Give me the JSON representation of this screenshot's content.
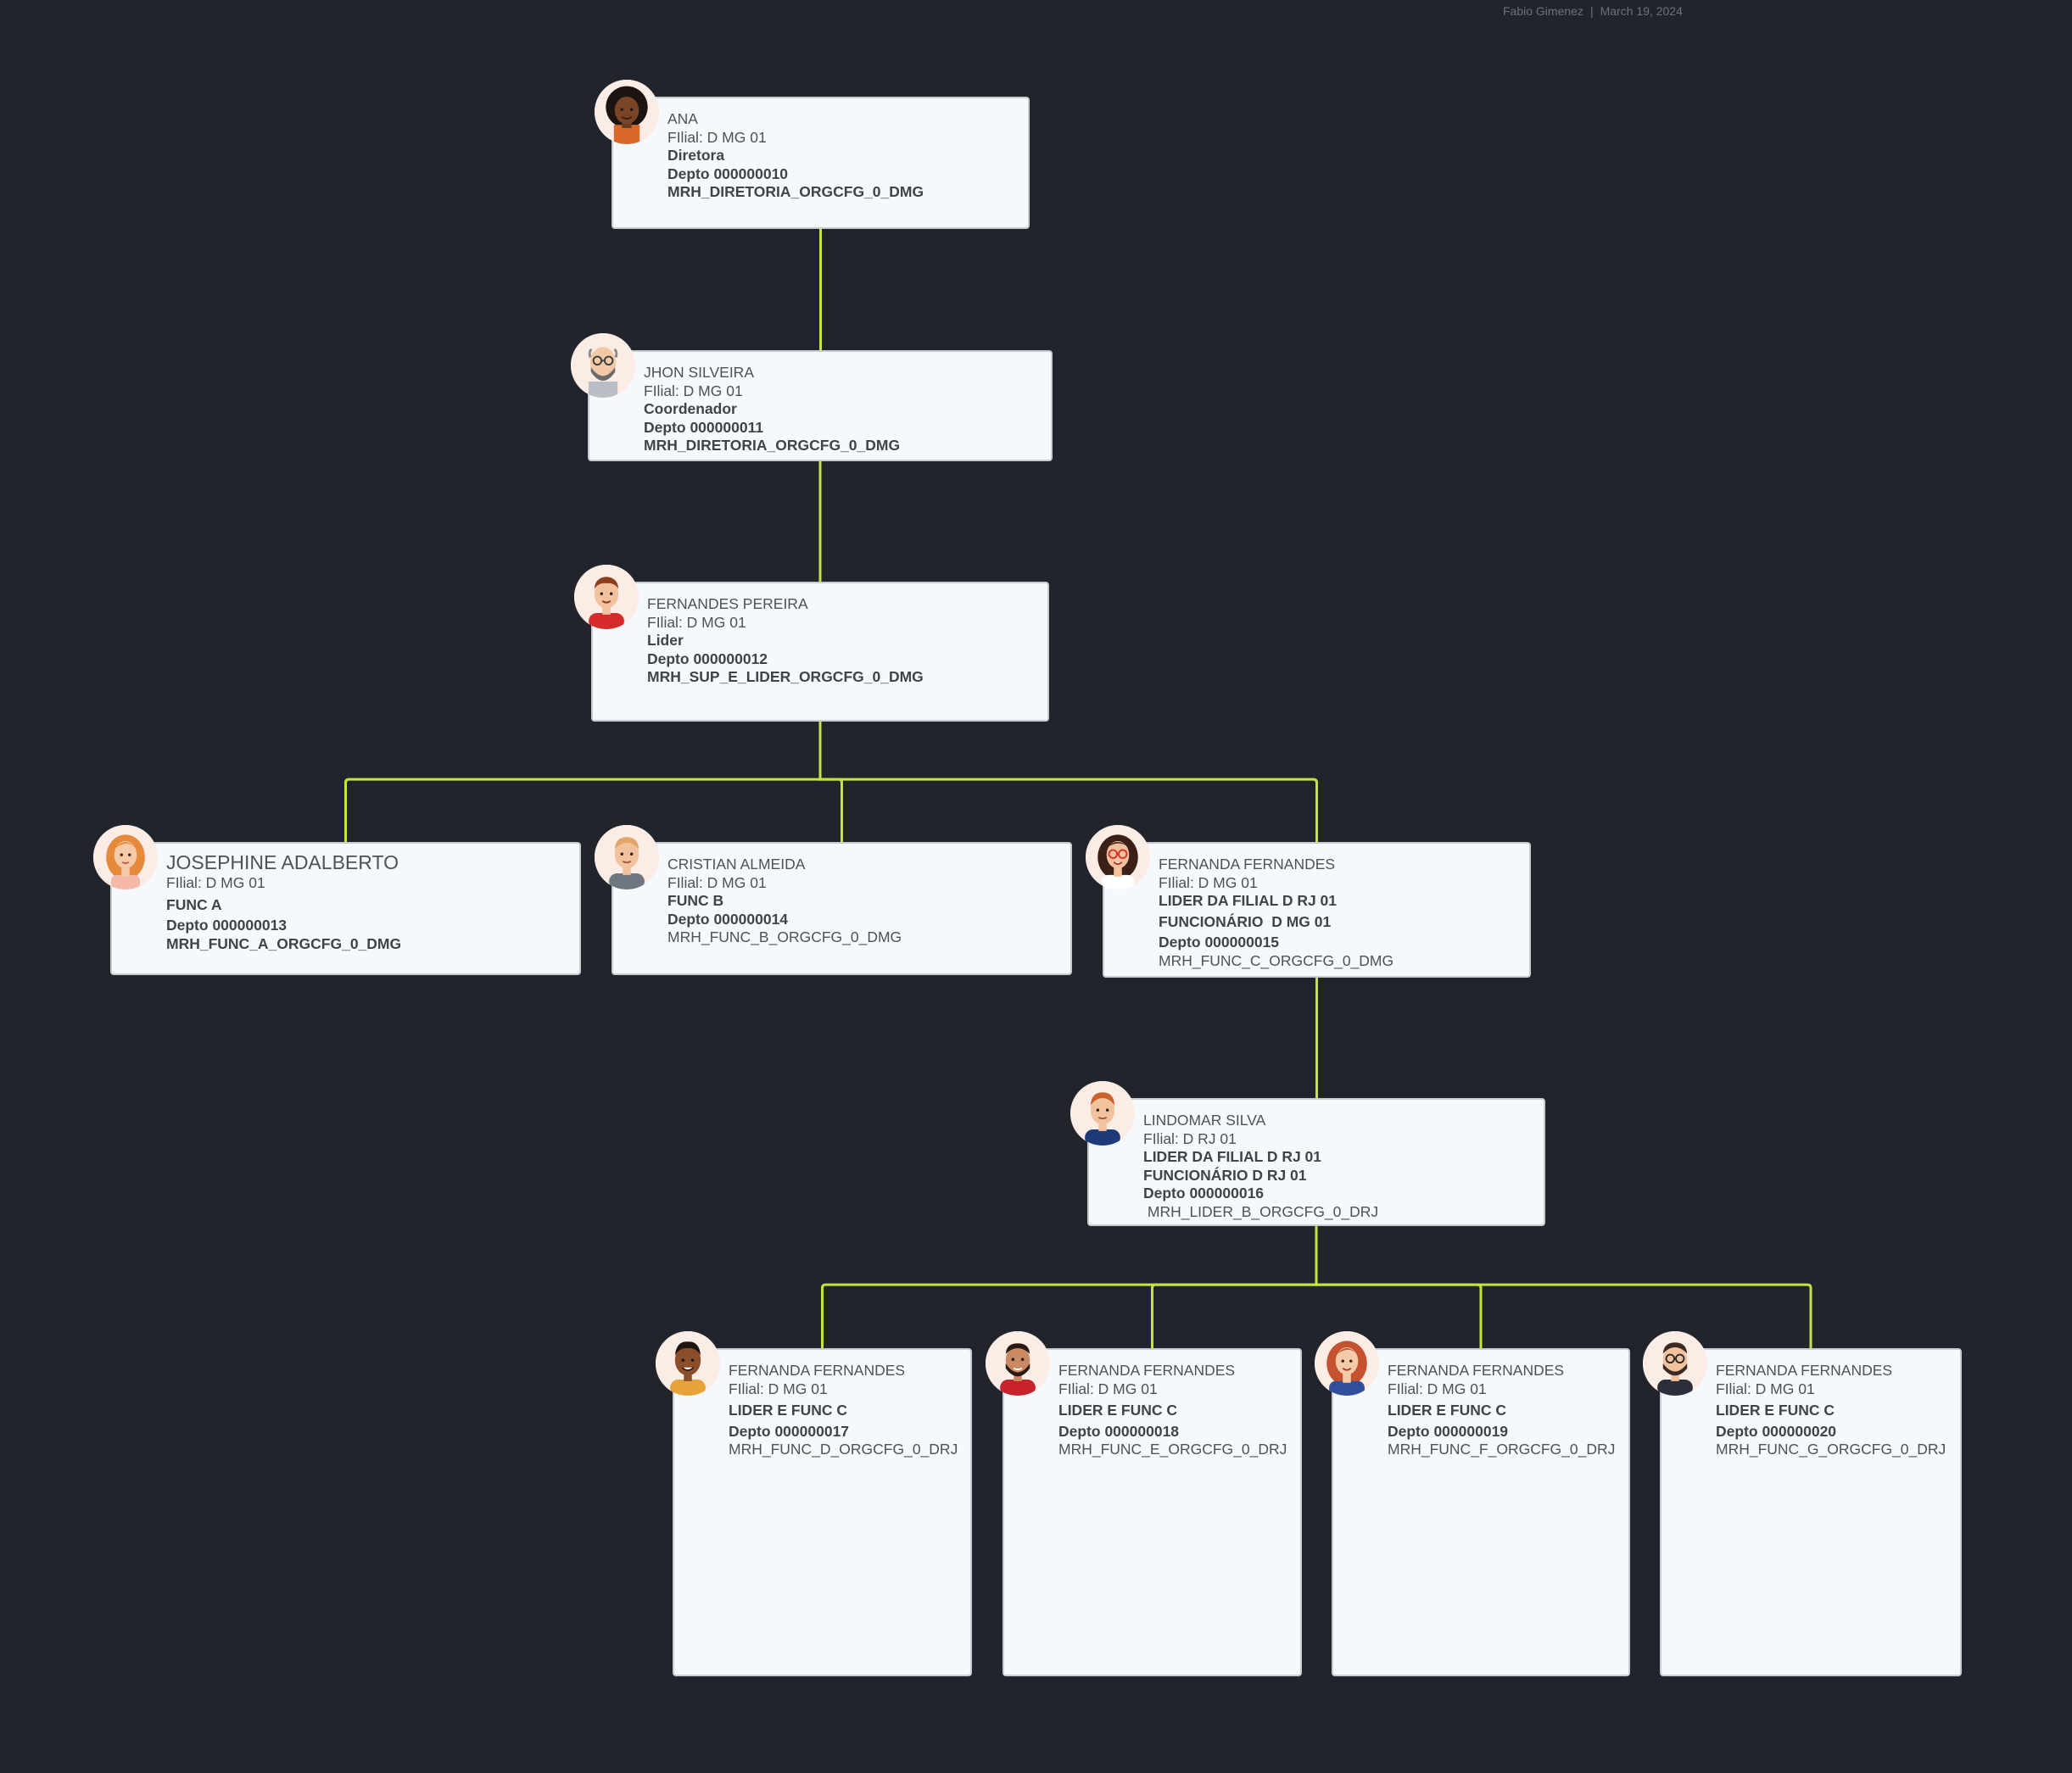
{
  "header": {
    "author": "Fabio Gimenez",
    "date": "March 19, 2024"
  },
  "colors": {
    "background": "#21252b",
    "connector": "#c4e63a",
    "card_background": "#f5f9fc",
    "card_border": "#c7ccd2",
    "text": "#4d5258"
  },
  "nodes": [
    {
      "id": "ana",
      "name": "ANA",
      "filial": "FIlial: D MG 01",
      "role": "Diretora",
      "depto": "Depto 000000010",
      "code": "MRH_DIRETORIA_ORGCFG_0_DMG",
      "avatar": "woman-dark-curly-avatar"
    },
    {
      "id": "jhon",
      "name": "JHON SILVEIRA",
      "filial": "FIlial: D MG 01",
      "role": "Coordenador",
      "depto": "Depto 000000011",
      "code": "MRH_DIRETORIA_ORGCFG_0_DMG",
      "avatar": "man-bald-glasses-avatar"
    },
    {
      "id": "fernandes",
      "name": "FERNANDES PEREIRA",
      "filial": "FIlial: D MG 01",
      "role": "Lider",
      "depto": "Depto 000000012",
      "code": "MRH_SUP_E_LIDER_ORGCFG_0_DMG",
      "avatar": "man-red-shirt-avatar"
    },
    {
      "id": "josephine",
      "name": "JOSEPHINE ADALBERTO",
      "filial": "FIlial: D MG 01",
      "role": "FUNC A",
      "depto": "Depto 000000013",
      "code": "MRH_FUNC_A_ORGCFG_0_DMG",
      "avatar": "woman-ginger-avatar"
    },
    {
      "id": "cristian",
      "name": "CRISTIAN ALMEIDA",
      "filial": "FIlial: D MG 01",
      "role": "FUNC B",
      "depto": "Depto 000000014",
      "code": "MRH_FUNC_B_ORGCFG_0_DMG",
      "avatar": "man-gray-shirt-avatar"
    },
    {
      "id": "fernanda",
      "name": "FERNANDA FERNANDES",
      "filial": "FIlial: D MG 01",
      "role": "LIDER DA FILIAL D RJ 01",
      "role2": "FUNCIONÁRIO  D MG 01",
      "depto": "Depto 000000015",
      "code": "MRH_FUNC_C_ORGCFG_0_DMG",
      "avatar": "woman-red-glasses-avatar"
    },
    {
      "id": "lindomar",
      "name": "LINDOMAR SILVA",
      "filial": "FIlial: D RJ 01",
      "role": "LIDER DA FILIAL D RJ 01",
      "role2": "FUNCIONÁRIO D RJ 01",
      "depto": "Depto 000000016",
      "code": " MRH_LIDER_B_ORGCFG_0_DRJ",
      "avatar": "man-navy-shirt-avatar"
    },
    {
      "id": "ff17",
      "name": "FERNANDA FERNANDES",
      "filial": "FIlial: D MG 01",
      "role": "LIDER E FUNC C",
      "depto": "Depto 000000017",
      "code": "MRH_FUNC_D_ORGCFG_0_DRJ",
      "avatar": "man-dark-smiling-avatar"
    },
    {
      "id": "ff18",
      "name": "FERNANDA FERNANDES",
      "filial": "FIlial: D MG 01",
      "role": "LIDER E FUNC C",
      "depto": "Depto 000000018",
      "code": "MRH_FUNC_E_ORGCFG_0_DRJ",
      "avatar": "man-beard-red-shirt-avatar"
    },
    {
      "id": "ff19",
      "name": "FERNANDA FERNANDES",
      "filial": "FIlial: D MG 01",
      "role": "LIDER E FUNC C",
      "depto": "Depto 000000019",
      "code": "MRH_FUNC_F_ORGCFG_0_DRJ",
      "avatar": "woman-auburn-avatar"
    },
    {
      "id": "ff20",
      "name": "FERNANDA FERNANDES",
      "filial": "FIlial: D MG 01",
      "role": "LIDER E FUNC C",
      "depto": "Depto 000000020",
      "code": "MRH_FUNC_G_ORGCFG_0_DRJ",
      "avatar": "man-glasses-beard-avatar"
    }
  ],
  "edges": [
    [
      "ana",
      "jhon"
    ],
    [
      "jhon",
      "fernandes"
    ],
    [
      "fernandes",
      "josephine"
    ],
    [
      "fernandes",
      "cristian"
    ],
    [
      "fernandes",
      "fernanda"
    ],
    [
      "fernanda",
      "lindomar"
    ],
    [
      "lindomar",
      "ff17"
    ],
    [
      "lindomar",
      "ff18"
    ],
    [
      "lindomar",
      "ff19"
    ],
    [
      "lindomar",
      "ff20"
    ]
  ]
}
